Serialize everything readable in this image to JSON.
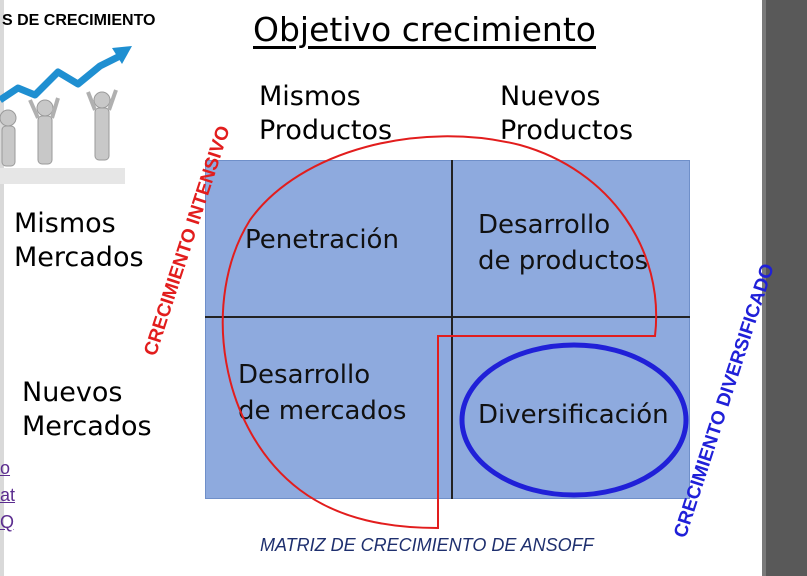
{
  "header_left": "S DE CRECIMIENTO",
  "title": "Objetivo crecimiento",
  "columns": {
    "mismos_productos": [
      "Mismos",
      "Productos"
    ],
    "nuevos_productos": [
      "Nuevos",
      "Productos"
    ]
  },
  "rows": {
    "mismos_mercados": [
      "Mismos",
      "Mercados"
    ],
    "nuevos_mercados": [
      "Nuevos",
      "Mercados"
    ]
  },
  "cells": {
    "top_left": [
      "Penetración"
    ],
    "top_right": [
      "Desarrollo",
      "de productos"
    ],
    "bottom_left": [
      "Desarrollo",
      "de mercados"
    ],
    "bottom_right": [
      "Diversificación"
    ]
  },
  "rotated": {
    "crecimiento_intensivo": "CRECIMIENTO INTENSIVO",
    "crecimiento_diversificado": "CRECIMIENTO DIVERSIFICADO"
  },
  "caption": "MATRIZ DE CRECIMIENTO DE ANSOFF",
  "link_fragments": [
    "o",
    "at",
    "Q"
  ],
  "colors": {
    "matrix_fill": "#8eaade",
    "red_outline": "#e21d1d",
    "blue_outline": "#2020d8",
    "caption": "#1e2f6e"
  },
  "icons": [
    "growth-chart-figures-icon"
  ]
}
